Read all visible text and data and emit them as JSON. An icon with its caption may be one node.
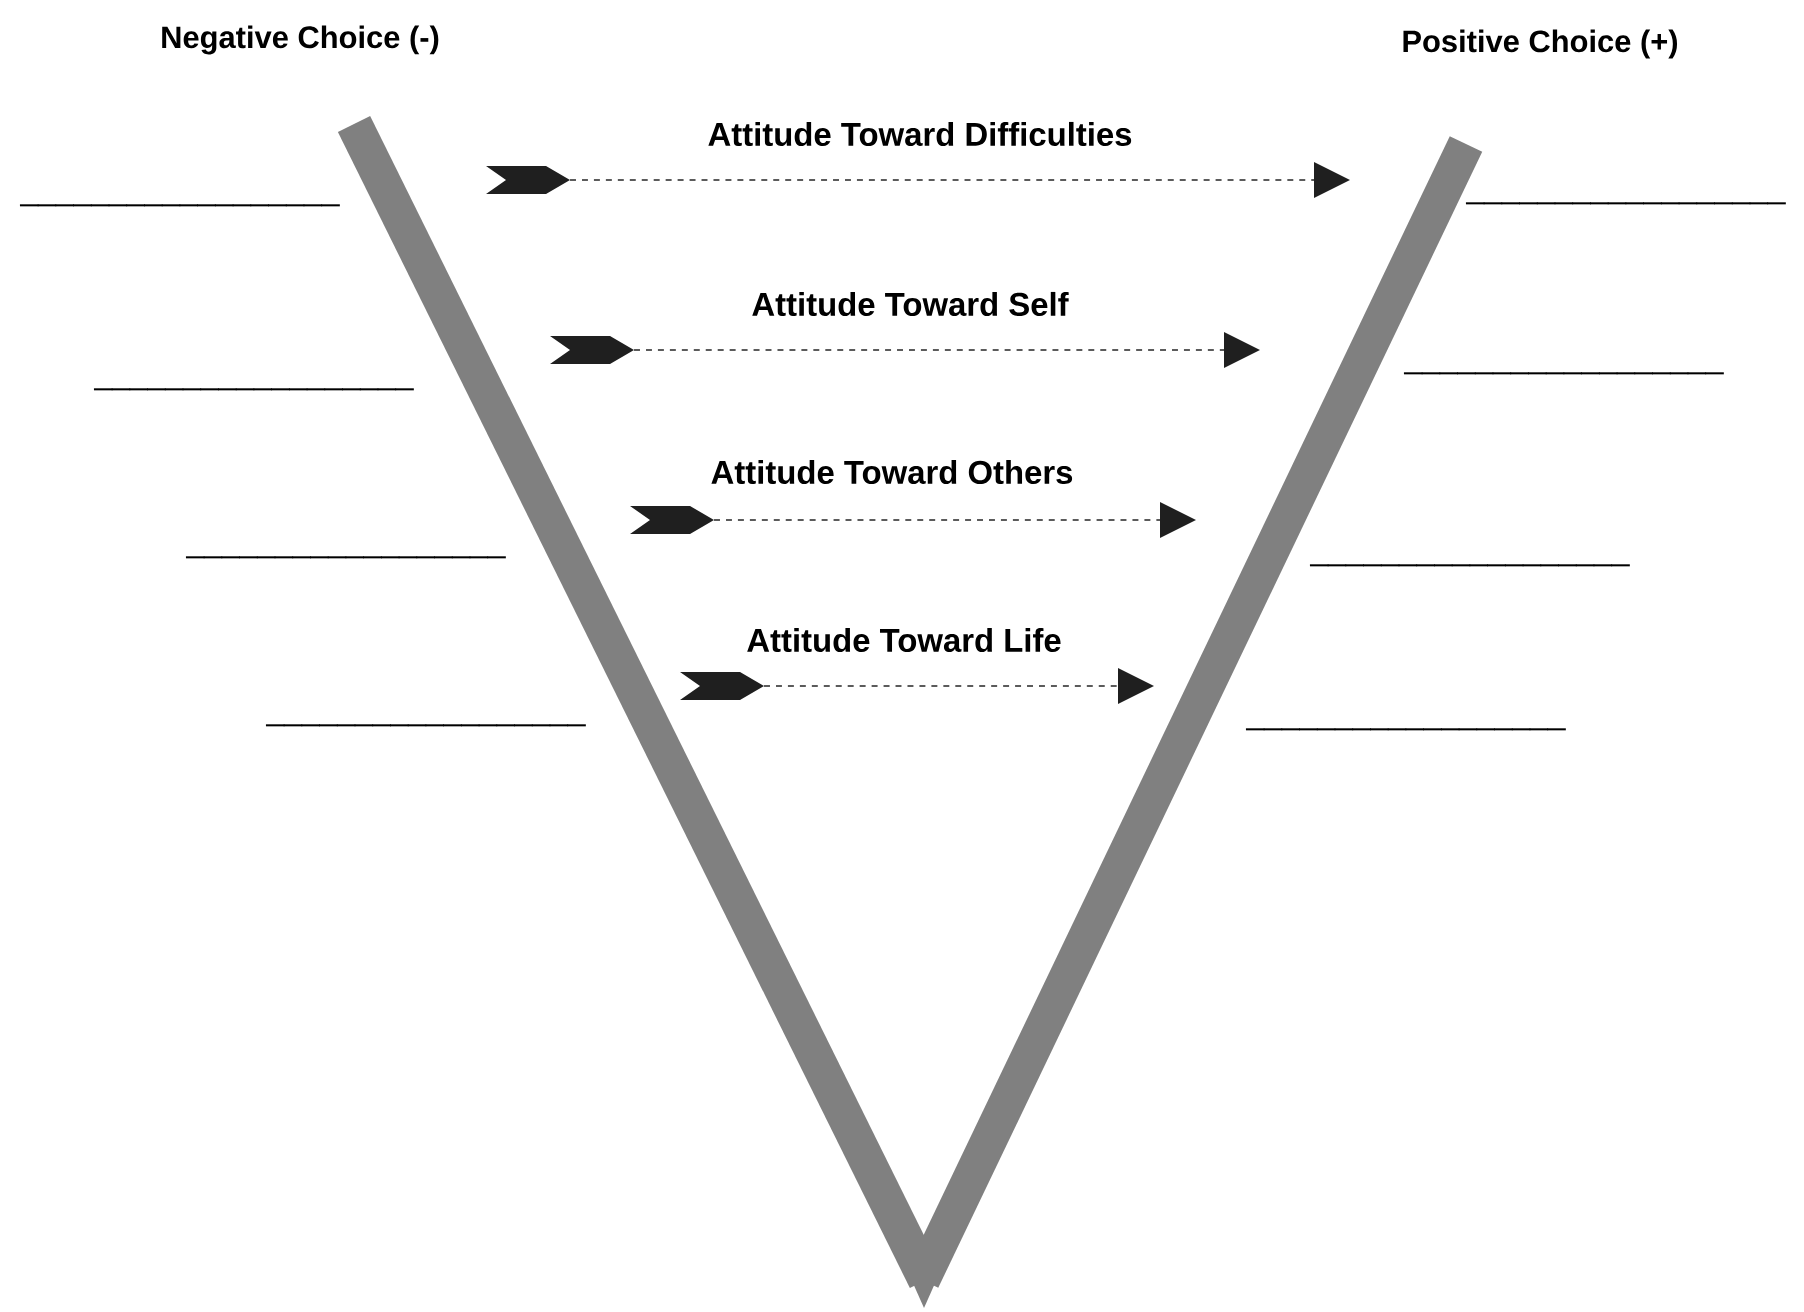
{
  "diagram": {
    "labels": [
      "Negative Choice (-)",
      "Positive Choice (+)",
      "Attitude Toward Difficulties",
      "__________________",
      "__________________",
      "Attitude Toward Self",
      "__________________",
      "__________________",
      "Attitude Toward Others",
      "__________________",
      "__________________",
      "Attitude Toward Life",
      "__________________",
      "__________________"
    ]
  }
}
